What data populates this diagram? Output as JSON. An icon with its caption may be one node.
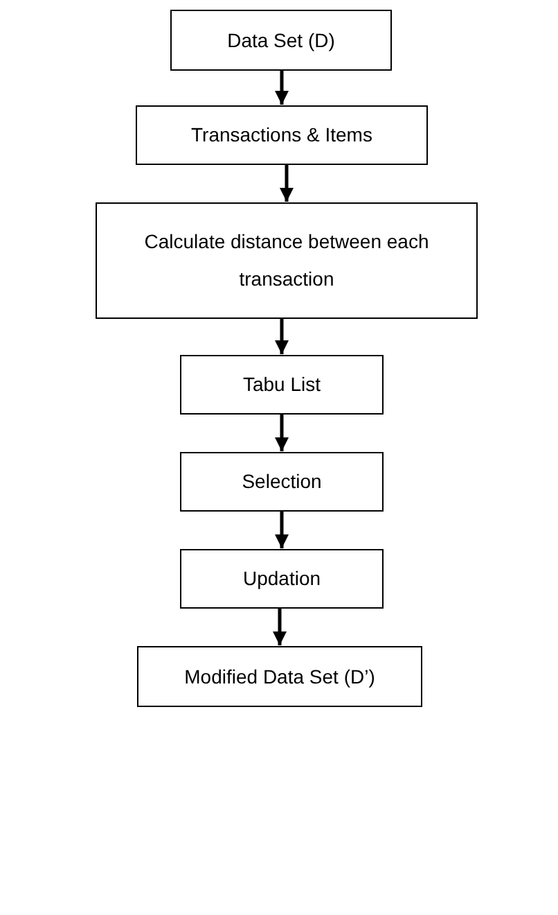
{
  "diagram": {
    "nodes": [
      {
        "text": [
          "Data Set (D)"
        ]
      },
      {
        "text": [
          "Transactions & Items"
        ]
      },
      {
        "text": [
          "Calculate distance between each transaction"
        ]
      },
      {
        "text": [
          "Tabu List"
        ]
      },
      {
        "text": [
          "Selection"
        ]
      },
      {
        "text": [
          "Updation"
        ]
      },
      {
        "text": [
          "Modified Data Set (D’)"
        ]
      }
    ],
    "edges": [
      {
        "from": 0,
        "to": 1,
        "arrow": "to"
      },
      {
        "from": 1,
        "to": 2,
        "arrow": "to"
      },
      {
        "from": 2,
        "to": 3,
        "arrow": "to"
      },
      {
        "from": 3,
        "to": 4,
        "arrow": "to"
      },
      {
        "from": 4,
        "to": 5,
        "arrow": "to"
      },
      {
        "from": 5,
        "to": 6,
        "arrow": "to"
      }
    ]
  }
}
